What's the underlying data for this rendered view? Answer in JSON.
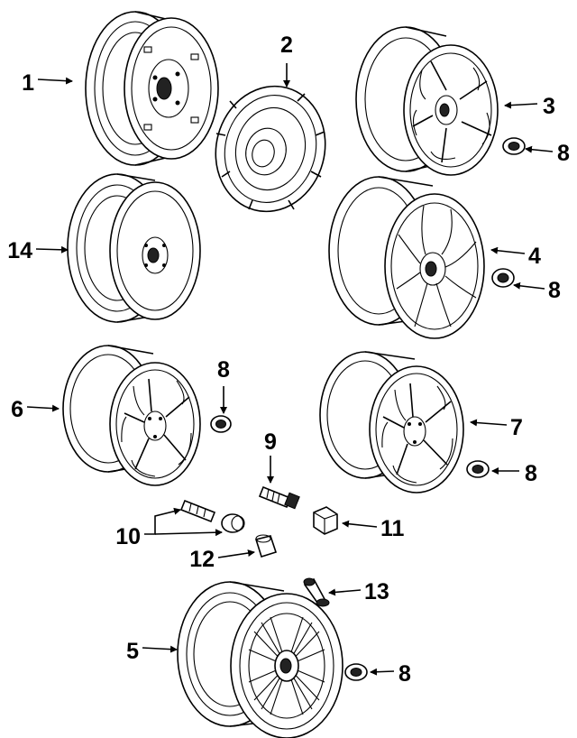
{
  "diagram": {
    "callouts": {
      "c1": "1",
      "c2": "2",
      "c3": "3",
      "c8a": "8",
      "c14": "14",
      "c4": "4",
      "c8b": "8",
      "c6": "6",
      "c8c": "8",
      "c9": "9",
      "c7": "7",
      "c8d": "8",
      "c10": "10",
      "c11": "11",
      "c12": "12",
      "c13": "13",
      "c5": "5",
      "c8e": "8"
    }
  }
}
